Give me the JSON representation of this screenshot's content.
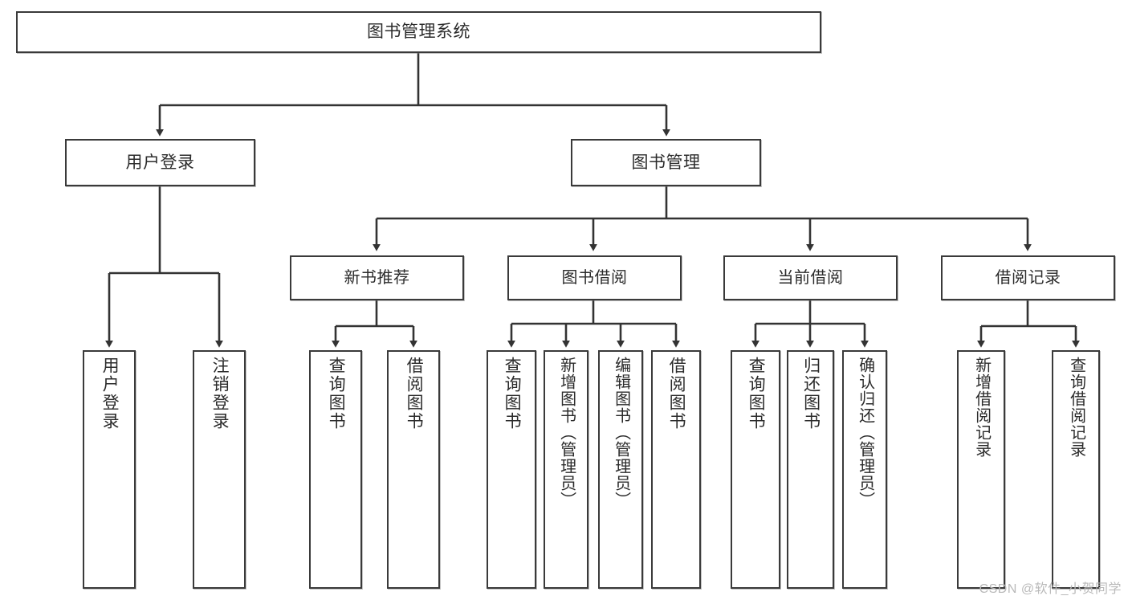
{
  "diagram": {
    "title": "图书管理系统",
    "type": "tree",
    "orientation": "top-down",
    "colors": {
      "box_border": "#3a3a3a",
      "box_fill": "#ffffff",
      "connector": "#333333",
      "text": "#2b2b2b",
      "watermark": "#b9b9b9",
      "background": "#ffffff"
    },
    "watermark": "CSDN @软件_小贺同学"
  },
  "nodes": {
    "root": {
      "label": "图书管理系统"
    },
    "level2": [
      {
        "label": "用户登录"
      },
      {
        "label": "图书管理"
      }
    ],
    "level3": [
      {
        "label": "新书推荐"
      },
      {
        "label": "图书借阅"
      },
      {
        "label": "当前借阅"
      },
      {
        "label": "借阅记录"
      }
    ],
    "leaves": {
      "user_login": [
        {
          "label": "用户登录"
        },
        {
          "label": "注销登录"
        }
      ],
      "new_book": [
        {
          "label": "查询图书"
        },
        {
          "label": "借阅图书"
        }
      ],
      "book_borrow": [
        {
          "label": "查询图书"
        },
        {
          "label": "新增图书（管理员）"
        },
        {
          "label": "编辑图书（管理员）"
        },
        {
          "label": "借阅图书"
        }
      ],
      "current_borrow": [
        {
          "label": "查询图书"
        },
        {
          "label": "归还图书"
        },
        {
          "label": "确认归还（管理员）"
        }
      ],
      "borrow_record": [
        {
          "label": "新增借阅记录"
        },
        {
          "label": "查询借阅记录"
        }
      ]
    }
  }
}
